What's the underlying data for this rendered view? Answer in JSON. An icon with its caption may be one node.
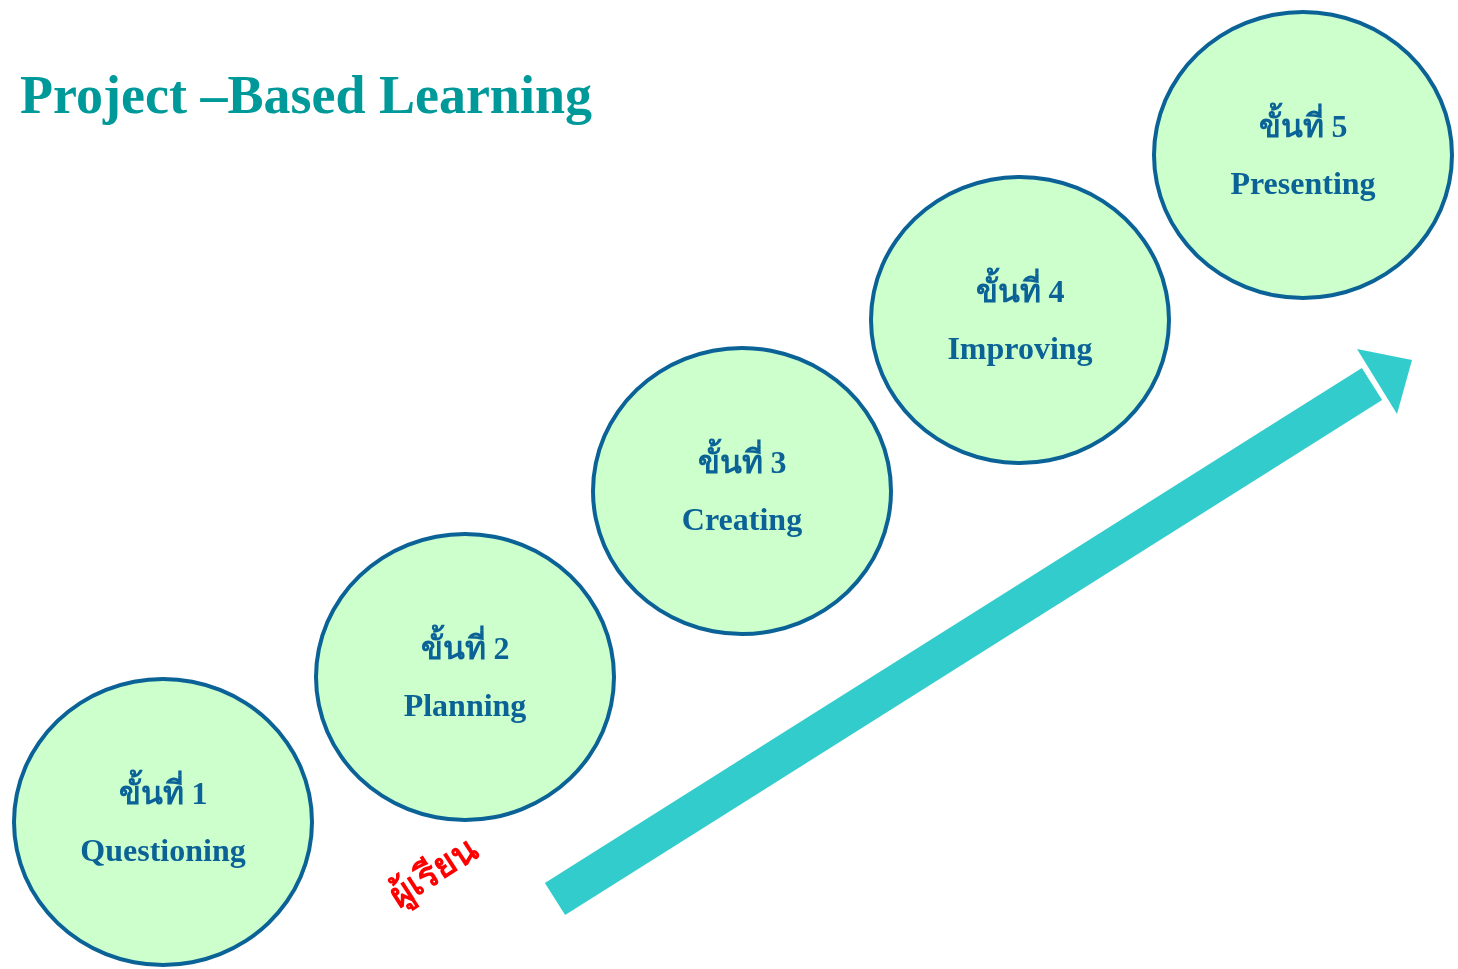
{
  "diagram": {
    "title": "Project –Based Learning",
    "nodes": [
      {
        "text": [
          "ขั้นที่ 1",
          "Questioning"
        ]
      },
      {
        "text": [
          "ขั้นที่ 2",
          "Planning"
        ]
      },
      {
        "text": [
          "ขั้นที่ 3",
          "Creating"
        ]
      },
      {
        "text": [
          "ขั้นที่ 4",
          "Improving"
        ]
      },
      {
        "text": [
          "ขั้นที่ 5",
          "Presenting"
        ]
      }
    ],
    "labels": [
      "ผู้เรียน"
    ]
  }
}
